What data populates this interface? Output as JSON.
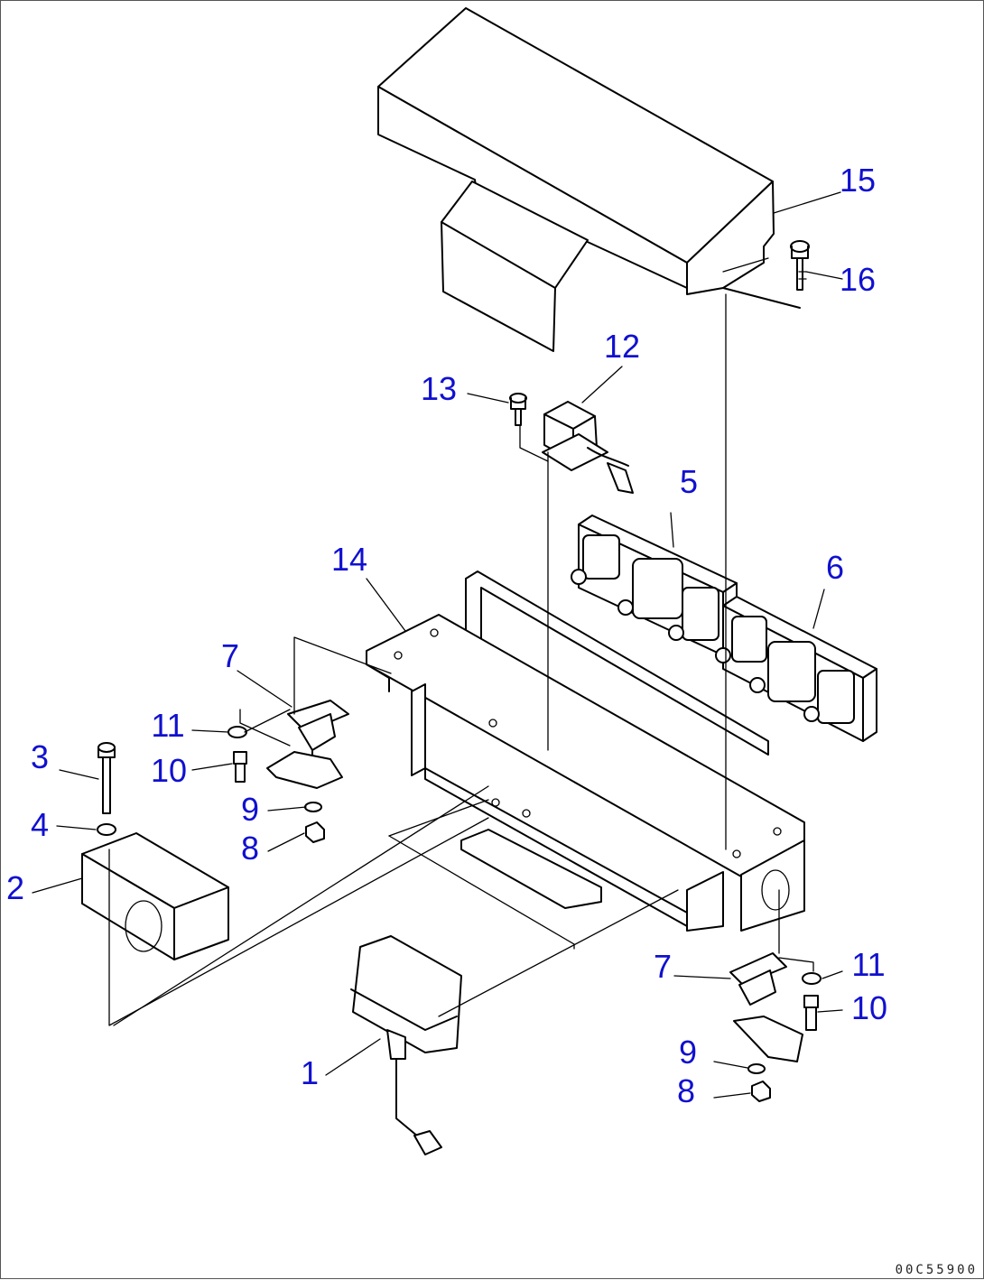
{
  "diagram": {
    "drawing_code": "00C55900",
    "callout_color": "#1010d0",
    "callouts": [
      {
        "id": "c1",
        "label": "1"
      },
      {
        "id": "c2",
        "label": "2"
      },
      {
        "id": "c3",
        "label": "3"
      },
      {
        "id": "c4",
        "label": "4"
      },
      {
        "id": "c5",
        "label": "5"
      },
      {
        "id": "c6",
        "label": "6"
      },
      {
        "id": "c7a",
        "label": "7"
      },
      {
        "id": "c7b",
        "label": "7"
      },
      {
        "id": "c8a",
        "label": "8"
      },
      {
        "id": "c8b",
        "label": "8"
      },
      {
        "id": "c9a",
        "label": "9"
      },
      {
        "id": "c9b",
        "label": "9"
      },
      {
        "id": "c10a",
        "label": "10"
      },
      {
        "id": "c10b",
        "label": "10"
      },
      {
        "id": "c11a",
        "label": "11"
      },
      {
        "id": "c11b",
        "label": "11"
      },
      {
        "id": "c12",
        "label": "12"
      },
      {
        "id": "c13",
        "label": "13"
      },
      {
        "id": "c14",
        "label": "14"
      },
      {
        "id": "c15",
        "label": "15"
      },
      {
        "id": "c16",
        "label": "16"
      }
    ]
  }
}
